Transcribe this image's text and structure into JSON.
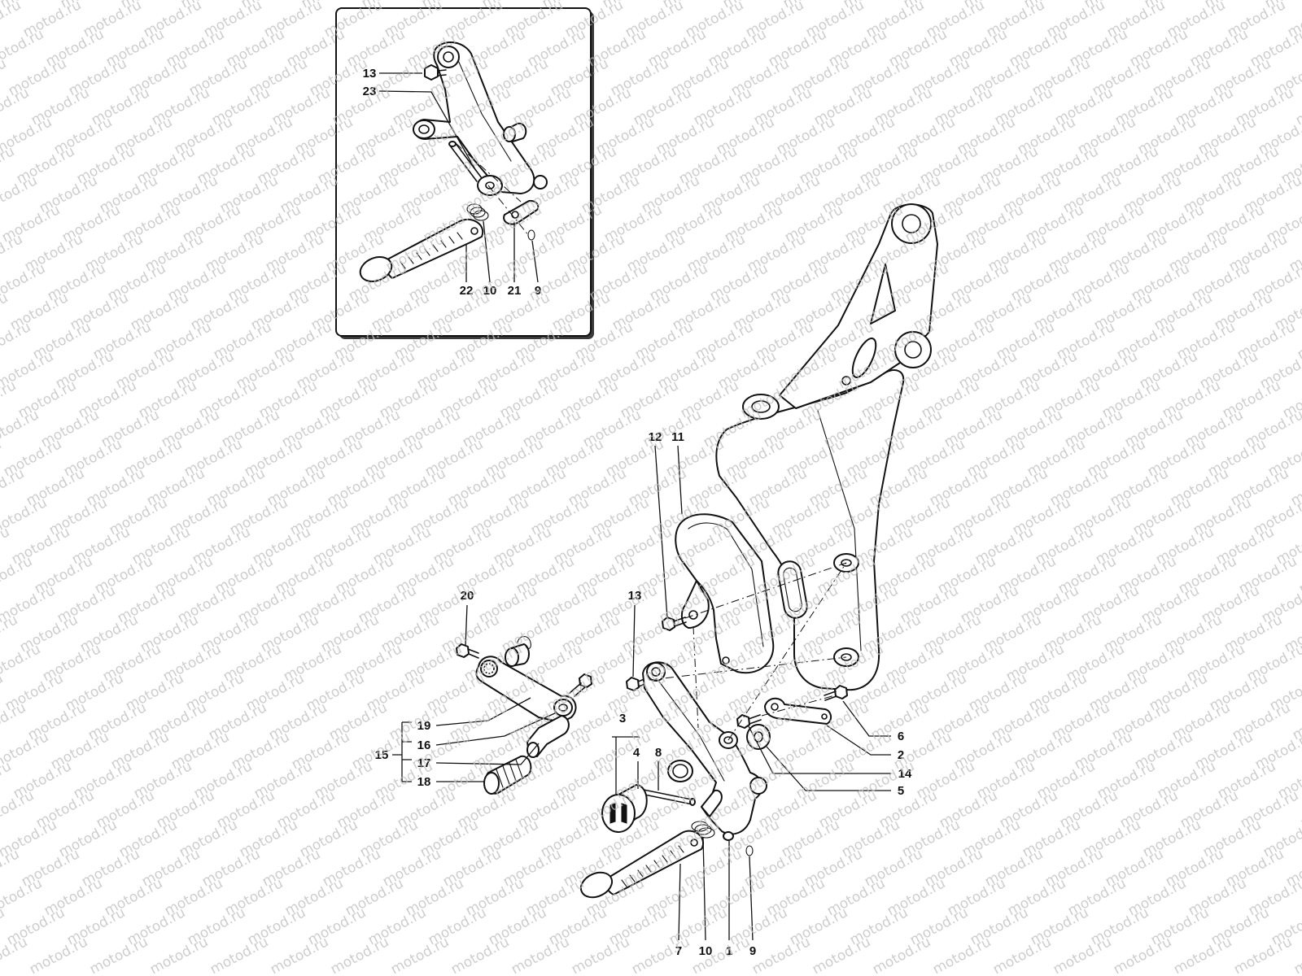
{
  "watermark": "motod.ru",
  "inset": {
    "labels": {
      "p13": "13",
      "p23": "23",
      "p22": "22",
      "p10": "10",
      "p21": "21",
      "p9": "9"
    }
  },
  "main": {
    "labels": {
      "p12": "12",
      "p11": "11",
      "p13": "13",
      "p20": "20",
      "p19": "19",
      "p16": "16",
      "p15": "15",
      "p17": "17",
      "p18": "18",
      "p3": "3",
      "p4": "4",
      "p8": "8",
      "p6": "6",
      "p2": "2",
      "p14": "14",
      "p5": "5",
      "p7": "7",
      "p10": "10",
      "p1": "1",
      "p9": "9"
    }
  }
}
